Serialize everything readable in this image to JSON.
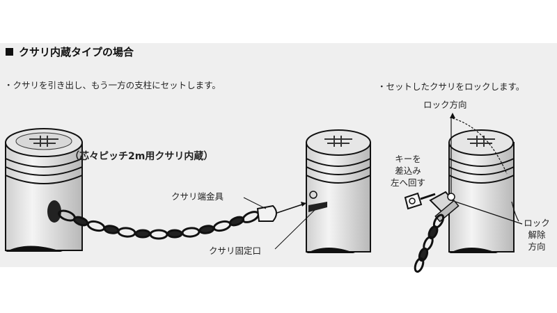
{
  "heading": "クサリ内蔵タイプの場合",
  "left_note": "・クサリを引き出し、もう一方の支柱にセットします。",
  "right_note": "・セットしたクサリをロックします。",
  "pitch_label": "（芯々ピッチ2m用クサリ内蔵）",
  "chain_end_fitting": "クサリ端金具",
  "chain_fixing_port": "クサリ固定口",
  "lock_direction": "ロック方向",
  "key_instruction": [
    "キーを",
    "差込み",
    "左へ回す"
  ],
  "unlock_direction": [
    "ロック",
    "解除",
    "方向"
  ]
}
